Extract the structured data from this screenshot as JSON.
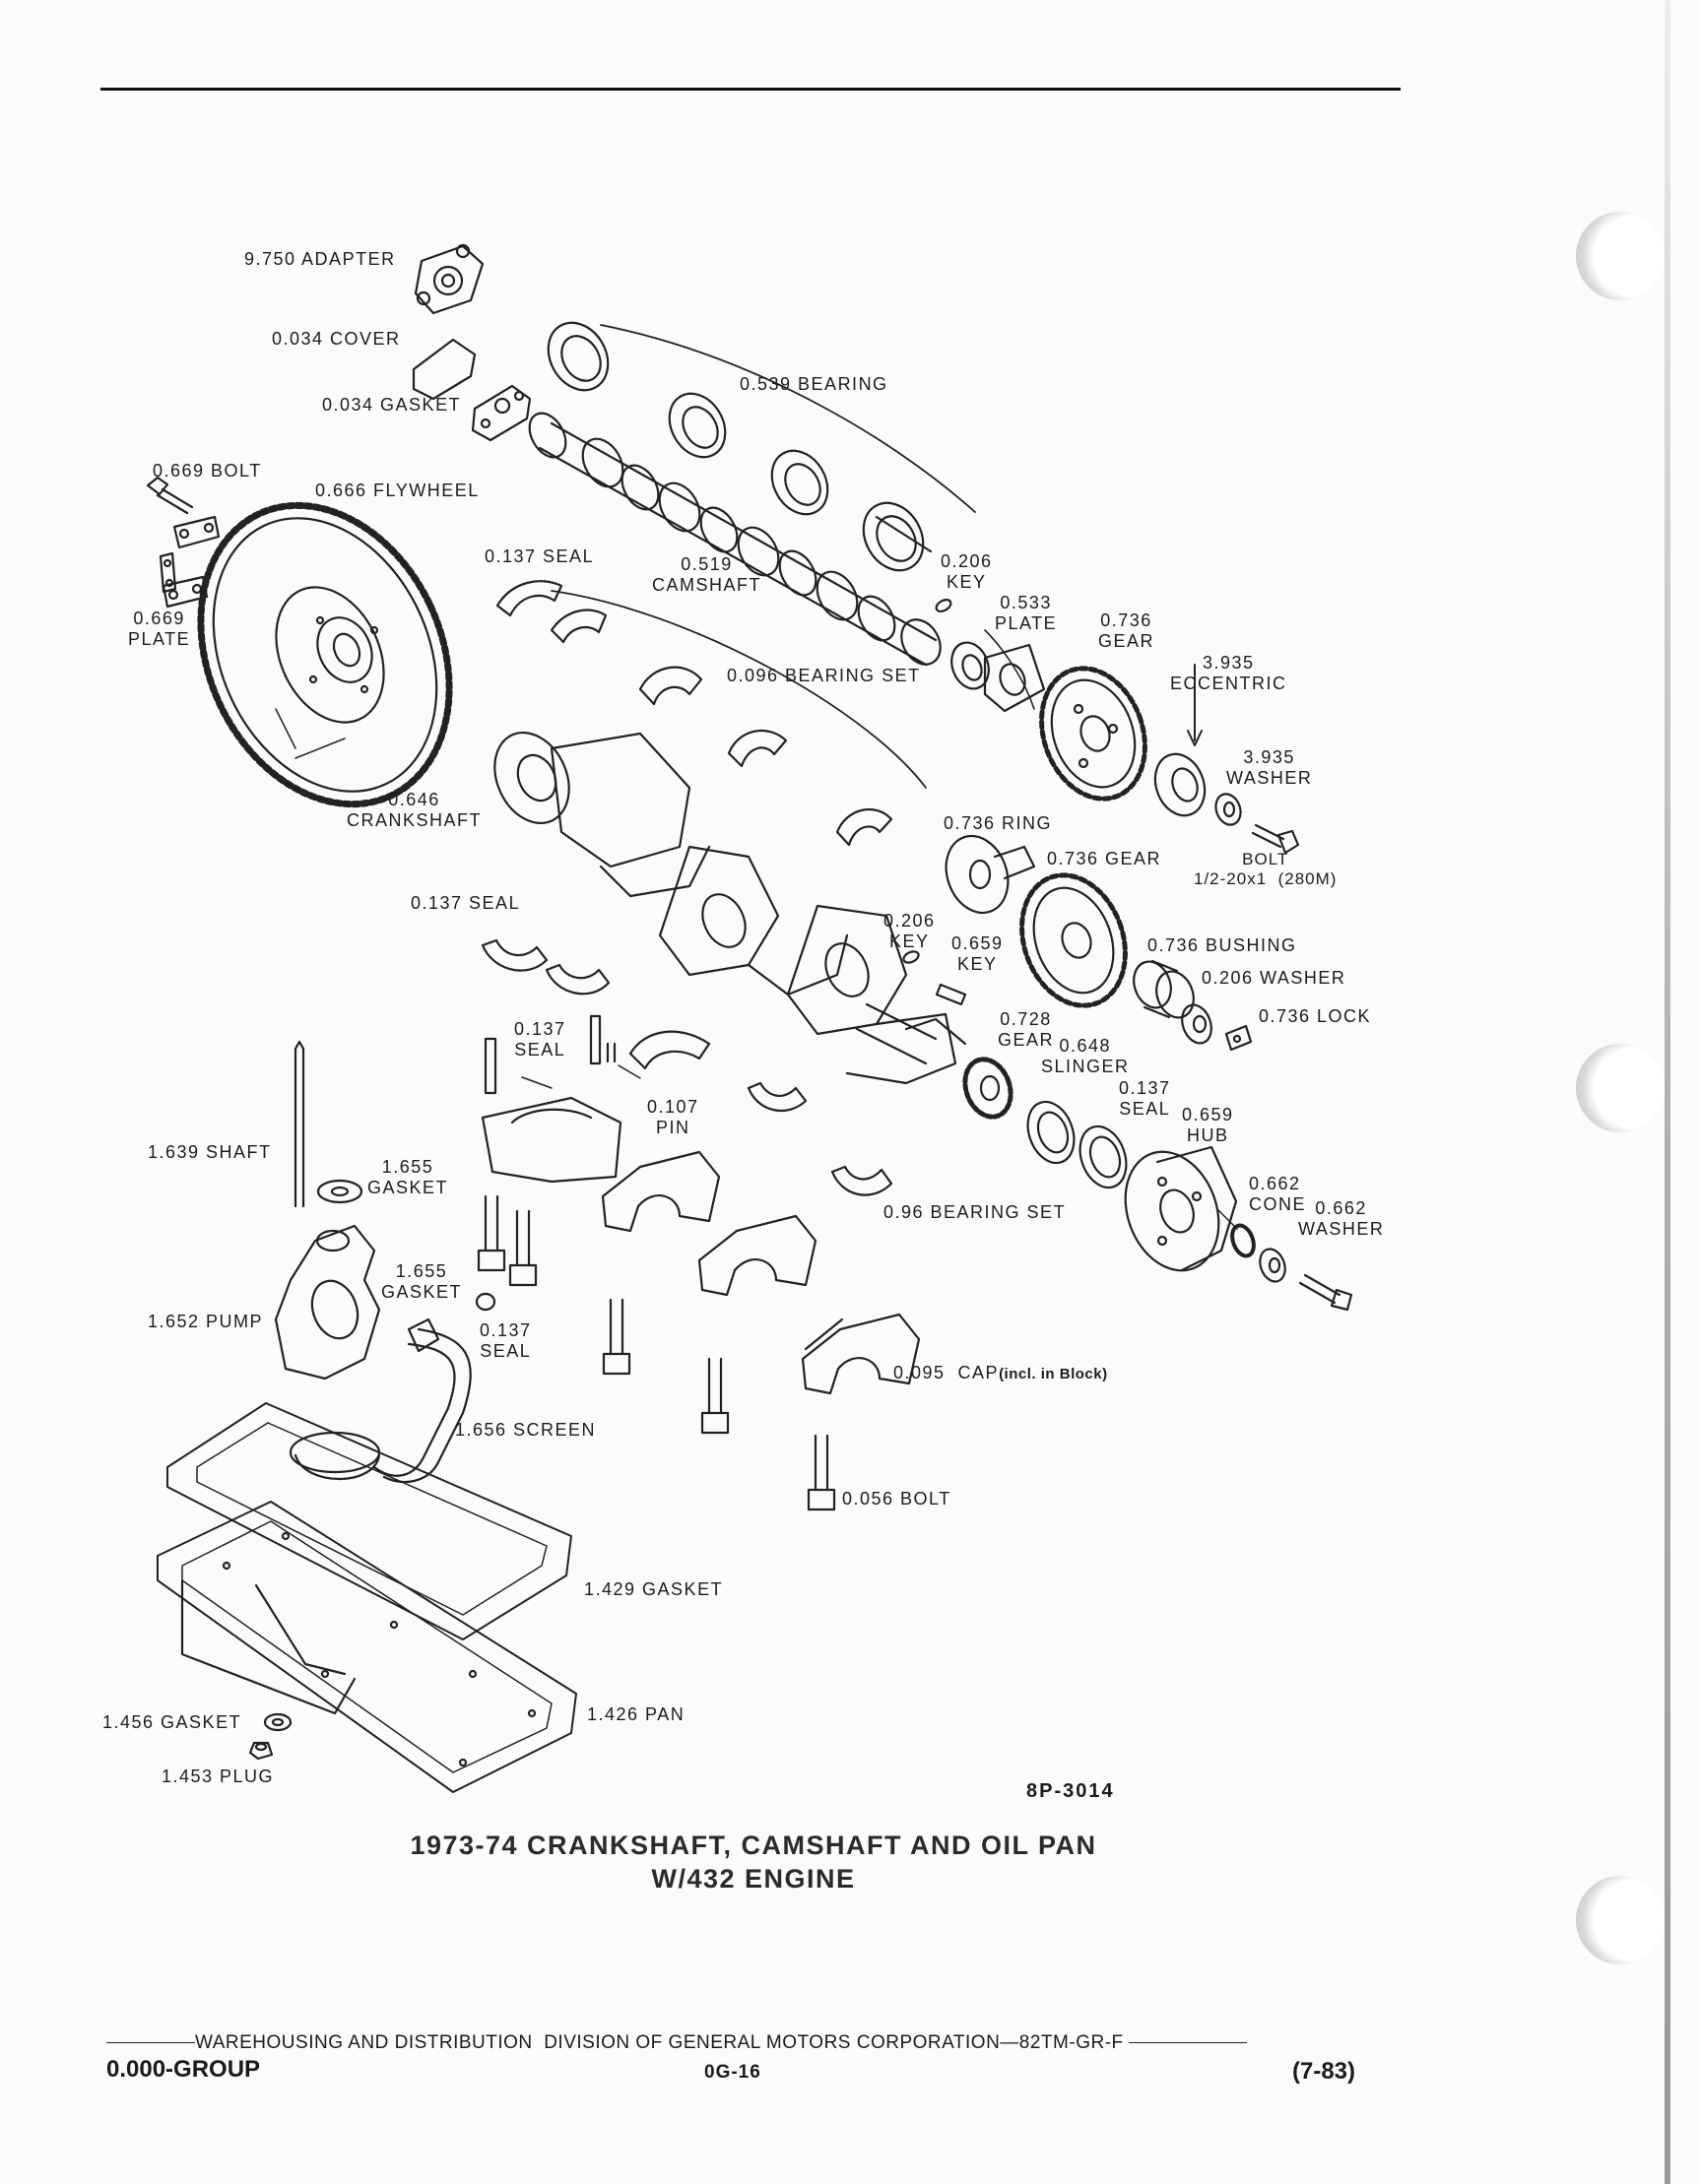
{
  "parts": {
    "adapter": "9.750 ADAPTER",
    "cover": "0.034 COVER",
    "gasket_cover": "0.034 GASKET",
    "bearing_cam": "0.539 BEARING",
    "bolt_flywheel": "0.669 BOLT",
    "flywheel": "0.666 FLYWHEEL",
    "plate_flywheel": "0.669\nPLATE",
    "seal_rear_upper": "0.137 SEAL",
    "camshaft": "0.519\nCAMSHAFT",
    "key_cam": "0.206\nKEY",
    "plate_cam": "0.533\nPLATE",
    "gear_cam": "0.736\nGEAR",
    "eccentric": "3.935\nECCENTRIC",
    "bearing_set_upper": "0.096 BEARING SET",
    "washer_eccentric": "3.935\nWASHER",
    "crankshaft": "0.646\nCRANKSHAFT",
    "ring": "0.736 RING",
    "gear_drive": "0.736 GEAR",
    "bolt_cam": "BOLT\n1/2-20x1  (280M)",
    "seal_rear_lower": "0.137 SEAL",
    "key_crank": "0.206\nKEY",
    "key_crank2": "0.659\nKEY",
    "bushing": "0.736 BUSHING",
    "washer_gear": "0.206 WASHER",
    "lock": "0.736 LOCK",
    "seal_side": "0.137\nSEAL",
    "gear_crank": "0.728\nGEAR",
    "slinger": "0.648\nSLINGER",
    "pin": "0.107\nPIN",
    "seal_front": "0.137\nSEAL",
    "hub": "0.659\nHUB",
    "shaft": "1.639 SHAFT",
    "gasket_pump_top": "1.655\nGASKET",
    "cone": "0.662\nCONE",
    "washer_cone": "0.662\nWASHER",
    "bearing_set_lower": "0.96 BEARING SET",
    "gasket_pump": "1.655\nGASKET",
    "pump": "1.652 PUMP",
    "seal_pump": "0.137\nSEAL",
    "cap": "0.095  CAP",
    "cap_note": "(incl. in Block)",
    "screen": "1.656 SCREEN",
    "bolt_main": "0.056 BOLT",
    "gasket_pan": "1.429 GASKET",
    "pan": "1.426 PAN",
    "gasket_plug": "1.456 GASKET",
    "plug": "1.453 PLUG"
  },
  "figure_code": "8P-3014",
  "title_line1": "1973-74 CRANKSHAFT, CAMSHAFT AND OIL PAN",
  "title_line2": "W/432 ENGINE",
  "footer": {
    "division": "WAREHOUSING AND DISTRIBUTION  DIVISION OF GENERAL MOTORS CORPORATION—82TM-GR-F",
    "group": "0.000-GROUP",
    "page": "0G-16",
    "date": "(7-83)"
  }
}
